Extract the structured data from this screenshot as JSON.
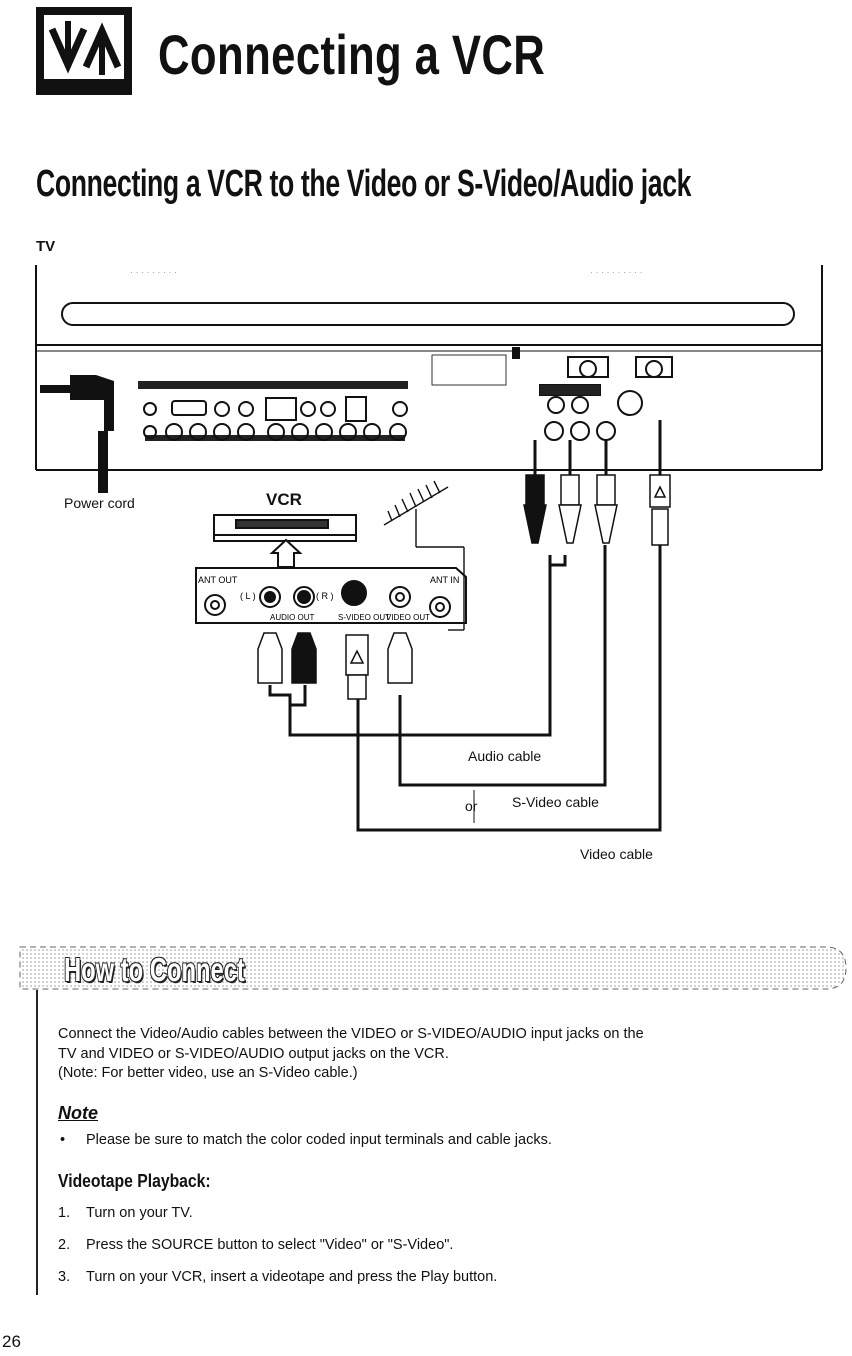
{
  "header": {
    "title": "Connecting a VCR",
    "icon": "input-output-arrows-icon"
  },
  "section": {
    "subtitle": "Connecting a VCR to the Video or S-Video/Audio jack"
  },
  "diagram": {
    "tv_label": "TV",
    "power_cord_label": "Power cord",
    "vcr_label": "VCR",
    "jack_labels": {
      "ant_out": "ANT OUT",
      "left": "( L )",
      "right": "( R )",
      "audio_out": "AUDIO OUT",
      "s_video_out": "S-VIDEO OUT",
      "video_out": "VIDEO OUT",
      "ant_in": "ANT IN"
    },
    "audio_cable_label": "Audio cable",
    "or_label": "or",
    "s_video_cable_label": "S-Video cable",
    "video_cable_label": "Video cable"
  },
  "how_to": {
    "heading": "How to Connect",
    "intro_lines": [
      "Connect the Video/Audio cables between the VIDEO or S-VIDEO/AUDIO input jacks on the",
      "TV and VIDEO or S-VIDEO/AUDIO output jacks on the VCR.",
      "(Note: For better video, use an S-Video cable.)"
    ],
    "note_heading": "Note",
    "note_bullet": "•",
    "note_text": "Please be sure to match the color coded input terminals and cable jacks.",
    "playback_heading": "Videotape Playback:",
    "steps": [
      {
        "num": "1.",
        "text": "Turn on your TV."
      },
      {
        "num": "2.",
        "text": "Press the SOURCE button to select \"Video\" or \"S-Video\"."
      },
      {
        "num": "3.",
        "text": "Turn on your VCR, insert a videotape and press the Play button."
      }
    ]
  },
  "page_number": "26"
}
